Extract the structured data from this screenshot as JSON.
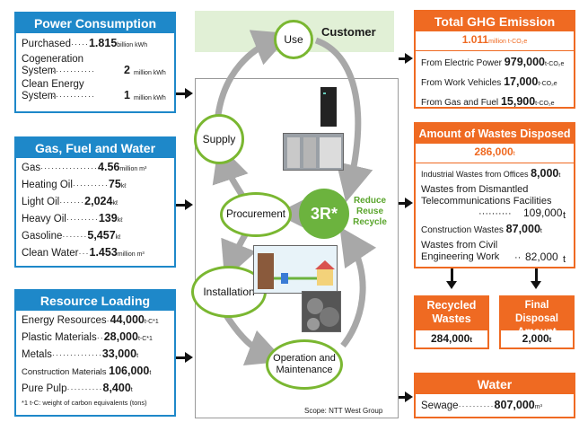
{
  "power": {
    "title": "Power Consumption",
    "rows": [
      {
        "label": "Purchased",
        "dots": "·····",
        "value": "1.815",
        "unit": "billion kWh"
      },
      {
        "label": "Cogeneration System",
        "dots": "············",
        "value": "2",
        "unit": "million kWh"
      },
      {
        "label": "Clean Energy System",
        "dots": "············",
        "value": "1",
        "unit": "million kWh"
      }
    ]
  },
  "gas": {
    "title": "Gas, Fuel and Water",
    "rows": [
      {
        "label": "Gas",
        "dots": "················",
        "value": "4.56",
        "unit": "million m³"
      },
      {
        "label": "Heating Oil",
        "dots": "··········",
        "value": "75",
        "unit": "kℓ"
      },
      {
        "label": "Light Oil",
        "dots": "·······",
        "value": "2,024",
        "unit": "kℓ"
      },
      {
        "label": "Heavy Oil",
        "dots": "·········",
        "value": "139",
        "unit": "kℓ"
      },
      {
        "label": "Gasoline",
        "dots": "·······",
        "value": "5,457",
        "unit": "kℓ"
      },
      {
        "label": "Clean Water",
        "dots": "···",
        "value": "1.453",
        "unit": "million m³"
      }
    ]
  },
  "resource": {
    "title": "Resource Loading",
    "rows": [
      {
        "label": "Energy Resources",
        "dots": "·",
        "value": "44,000",
        "unit": "t-C*1"
      },
      {
        "label": "Plastic Materials",
        "dots": "··",
        "value": "28,000",
        "unit": "t-C*1"
      },
      {
        "label": "Metals",
        "dots": "··············",
        "value": "33,000",
        "unit": "t"
      },
      {
        "label": "Construction Materials",
        "dots": "",
        "value": "106,000",
        "unit": "t"
      },
      {
        "label": "Pure Pulp",
        "dots": "··········",
        "value": "8,400",
        "unit": "t"
      }
    ],
    "footnote": "*1 t-C: weight of carbon equivalents (tons)"
  },
  "ghg": {
    "title": "Total GHG Emission",
    "total": "1.011",
    "total_unit": "million t-CO₂e",
    "rows": [
      {
        "label": "From Electric Power",
        "value": "979,000",
        "unit": "t-CO₂e"
      },
      {
        "label": "From Work Vehicles",
        "value": "17,000",
        "unit": "t-CO₂e"
      },
      {
        "label": "From Gas and Fuel",
        "value": "15,900",
        "unit": "t-CO₂e"
      }
    ]
  },
  "wastes": {
    "title": "Amount of Wastes Disposed",
    "total": "286,000",
    "total_unit": "t",
    "rows": [
      {
        "label": "Industrial Wastes from Offices",
        "dots": "",
        "value": "8,000",
        "unit": "t"
      },
      {
        "label": "Wastes from Dismantled Telecommunications Facilities",
        "dots": "··········",
        "value": "109,000",
        "unit": "t"
      },
      {
        "label": "Construction Wastes",
        "dots": "",
        "value": "87,000",
        "unit": "t"
      },
      {
        "label": "Wastes from Civil Engineering Work",
        "dots": "··",
        "value": "82,000",
        "unit": "t"
      }
    ]
  },
  "recycled": {
    "title": "Recycled Wastes",
    "value": "284,000",
    "unit": "t"
  },
  "final": {
    "title": "Final Disposal Amount",
    "value": "2,000",
    "unit": "t"
  },
  "water": {
    "title": "Water",
    "rows": [
      {
        "label": "Sewage",
        "dots": "··········",
        "value": "807,000",
        "unit": "m³"
      }
    ]
  },
  "cycle": {
    "use": "Use",
    "customer": "Customer",
    "supply": "Supply",
    "procurement": "Procurement",
    "installation": "Installation",
    "operation": "Operation and Maintenance",
    "three_r": "3R*",
    "reduce": "Reduce",
    "reuse": "Reuse",
    "recycle": "Recycle",
    "scope": "Scope: NTT West Group"
  },
  "colors": {
    "blue": "#1e88c9",
    "orange": "#ef6a22",
    "green": "#7ab731"
  }
}
